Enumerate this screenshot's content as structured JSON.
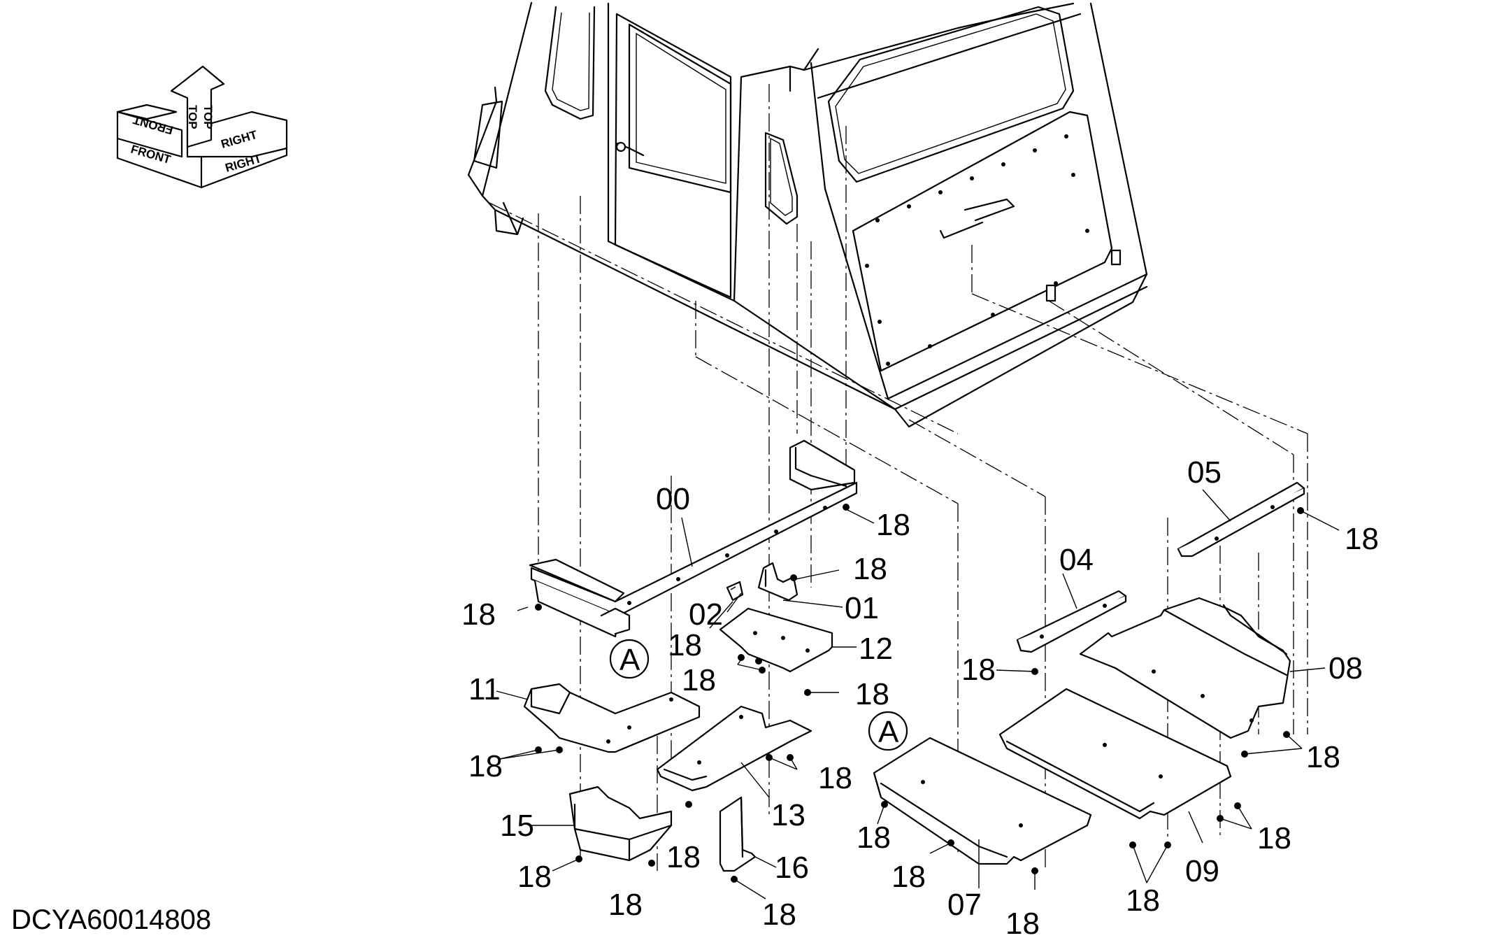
{
  "diagram_code": "DCYA60014808",
  "orientation": {
    "front": "FRONT",
    "top": "TOP",
    "right": "RIGHT"
  },
  "callouts": {
    "p00": "00",
    "p01": "01",
    "p02": "02",
    "p04": "04",
    "p05": "05",
    "p07": "07",
    "p08": "08",
    "p09": "09",
    "p11": "11",
    "p12": "12",
    "p13": "13",
    "p15": "15",
    "p16": "16",
    "p18": "18",
    "detail_a": "A"
  }
}
